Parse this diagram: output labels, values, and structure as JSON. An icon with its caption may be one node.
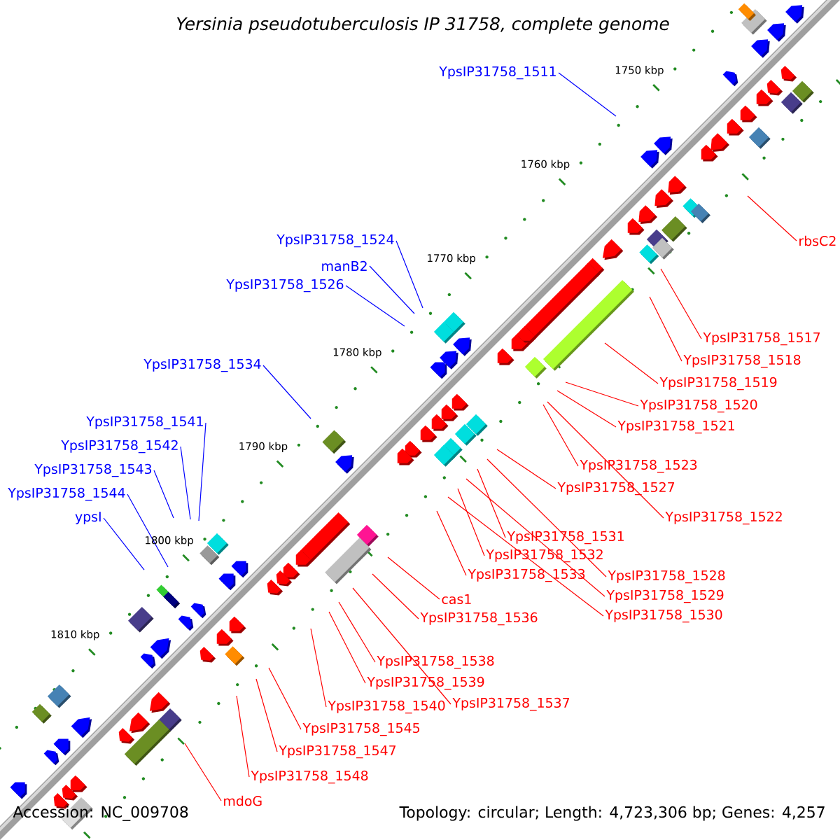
{
  "diagram": {
    "title": "Yersinia pseudotuberculosis IP 31758, complete genome",
    "nodes": [
      {
        "text": [
          "YpsIP31758_1511"
        ]
      },
      {
        "text": [
          "YpsIP31758_1524"
        ]
      },
      {
        "text": [
          "rbsC2"
        ]
      },
      {
        "text": [
          "manB2"
        ]
      },
      {
        "text": [
          "YpsIP31758_1526"
        ]
      },
      {
        "text": [
          "YpsIP31758_1517"
        ]
      },
      {
        "text": [
          "YpsIP31758_1518"
        ]
      },
      {
        "text": [
          "YpsIP31758_1534"
        ]
      },
      {
        "text": [
          "YpsIP31758_1519"
        ]
      },
      {
        "text": [
          "YpsIP31758_1520"
        ]
      },
      {
        "text": [
          "YpsIP31758_1541"
        ]
      },
      {
        "text": [
          "YpsIP31758_1521"
        ]
      },
      {
        "text": [
          "YpsIP31758_1542"
        ]
      },
      {
        "text": [
          "YpsIP31758_1523"
        ]
      },
      {
        "text": [
          "YpsIP31758_1543"
        ]
      },
      {
        "text": [
          "YpsIP31758_1527"
        ]
      },
      {
        "text": [
          "YpsIP31758_1544"
        ]
      },
      {
        "text": [
          "ypsI"
        ]
      },
      {
        "text": [
          "YpsIP31758_1522"
        ]
      },
      {
        "text": [
          "YpsIP31758_1531"
        ]
      },
      {
        "text": [
          "YpsIP31758_1532"
        ]
      },
      {
        "text": [
          "YpsIP31758_1533"
        ]
      },
      {
        "text": [
          "YpsIP31758_1528"
        ]
      },
      {
        "text": [
          "YpsIP31758_1529"
        ]
      },
      {
        "text": [
          "cas1"
        ]
      },
      {
        "text": [
          "YpsIP31758_1530"
        ]
      },
      {
        "text": [
          "YpsIP31758_1536"
        ]
      },
      {
        "text": [
          "YpsIP31758_1538"
        ]
      },
      {
        "text": [
          "YpsIP31758_1539"
        ]
      },
      {
        "text": [
          "YpsIP31758_1540"
        ]
      },
      {
        "text": [
          "YpsIP31758_1537"
        ]
      },
      {
        "text": [
          "YpsIP31758_1545"
        ]
      },
      {
        "text": [
          "YpsIP31758_1547"
        ]
      },
      {
        "text": [
          "YpsIP31758_1548"
        ]
      },
      {
        "text": [
          "mdoG"
        ]
      }
    ],
    "edges": [
      {
        "from": 0,
        "to": null,
        "arrow": "none",
        "color": "#0000ff"
      },
      {
        "from": 1,
        "to": null,
        "arrow": "none",
        "color": "#0000ff"
      },
      {
        "from": 2,
        "to": null,
        "arrow": "none"
      },
      {
        "from": 3,
        "to": null,
        "arrow": "none",
        "color": "#0000ff"
      },
      {
        "from": 4,
        "to": null,
        "arrow": "none",
        "color": "#0000ff"
      },
      {
        "from": 5,
        "to": null,
        "arrow": "none"
      },
      {
        "from": 6,
        "to": null,
        "arrow": "none"
      },
      {
        "from": 7,
        "to": null,
        "arrow": "none",
        "color": "#0000ff"
      },
      {
        "from": 8,
        "to": null,
        "arrow": "none"
      },
      {
        "from": 9,
        "to": null,
        "arrow": "none"
      },
      {
        "from": 10,
        "to": null,
        "arrow": "none",
        "color": "#0000ff"
      },
      {
        "from": 11,
        "to": null,
        "arrow": "none"
      },
      {
        "from": 12,
        "to": null,
        "arrow": "none",
        "color": "#0000ff"
      },
      {
        "from": 13,
        "to": null,
        "arrow": "none"
      },
      {
        "from": 14,
        "to": null,
        "arrow": "none",
        "color": "#0000ff"
      },
      {
        "from": 15,
        "to": null,
        "arrow": "none"
      },
      {
        "from": 16,
        "to": null,
        "arrow": "none",
        "color": "#0000ff"
      },
      {
        "from": 17,
        "to": null,
        "arrow": "none",
        "color": "#0000ff"
      },
      {
        "from": 18,
        "to": null,
        "arrow": "none"
      },
      {
        "from": 19,
        "to": null,
        "arrow": "none"
      },
      {
        "from": 20,
        "to": null,
        "arrow": "none"
      },
      {
        "from": 21,
        "to": null,
        "arrow": "none"
      },
      {
        "from": 22,
        "to": null,
        "arrow": "none"
      },
      {
        "from": 23,
        "to": null,
        "arrow": "none"
      },
      {
        "from": 24,
        "to": null,
        "arrow": "none"
      },
      {
        "from": 25,
        "to": null,
        "arrow": "none"
      },
      {
        "from": 26,
        "to": null,
        "arrow": "none"
      },
      {
        "from": 27,
        "to": null,
        "arrow": "none"
      },
      {
        "from": 28,
        "to": null,
        "arrow": "none"
      },
      {
        "from": 29,
        "to": null,
        "arrow": "none"
      },
      {
        "from": 30,
        "to": null,
        "arrow": "none"
      },
      {
        "from": 31,
        "to": null,
        "arrow": "none"
      },
      {
        "from": 32,
        "to": null,
        "arrow": "none"
      },
      {
        "from": 33,
        "to": null,
        "arrow": "none"
      },
      {
        "from": 34,
        "to": null,
        "arrow": "none"
      }
    ],
    "labels": [
      "1750 kbp",
      "1760 kbp",
      "1770 kbp",
      "1780 kbp",
      "1790 kbp",
      "1800 kbp",
      "1810 kbp",
      "Accession: NC_009708",
      "Topology: circular; Length: 4,723,306 bp; Genes: 4,257"
    ]
  }
}
